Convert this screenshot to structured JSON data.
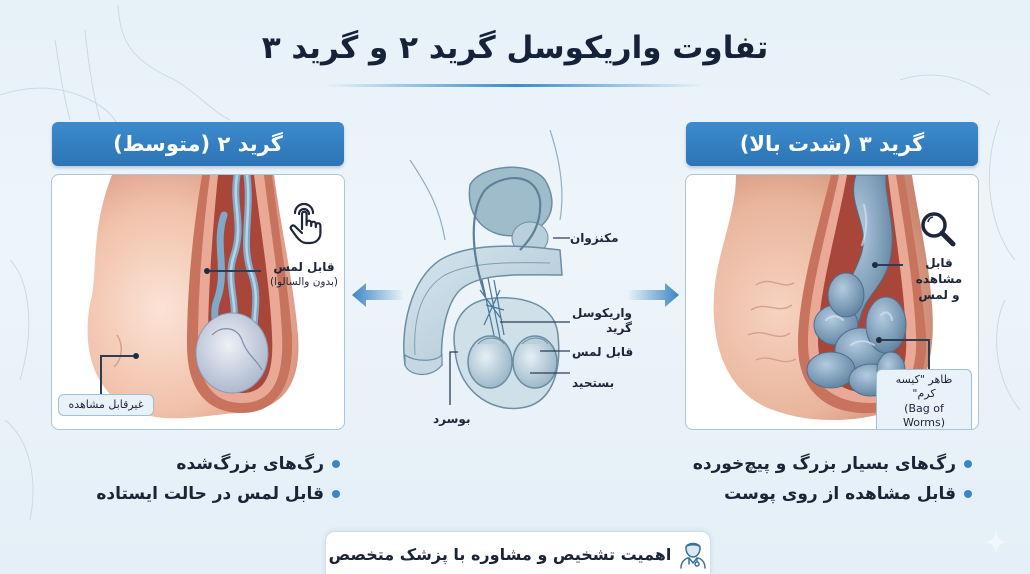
{
  "title": "تفاوت واریکوسل گرید ۲ و گرید ۳",
  "colors": {
    "accent_blue": "#2f78b8",
    "header_gradient_top": "#3d8bcd",
    "header_gradient_bottom": "#2c74b5",
    "background": "#e6f1f8",
    "bullet": "#3a86c6",
    "text_dark": "#1b2436"
  },
  "grade2": {
    "header": "گرید ۲ (متوسط)",
    "callout_main": "قابل لمس",
    "callout_sub": "(بدون والسالوا)",
    "tag": "غیرقابل مشاهده",
    "icon": "touch-hand-icon",
    "bullets": [
      "رگ‌های بزرگ‌شده",
      "قابل لمس در حالت ایستاده"
    ]
  },
  "grade3": {
    "header": "گرید ۳ (شدت بالا)",
    "callout_main": "قابل مشاهده",
    "callout_sub": "و لمس",
    "tag_line1": "ظاهر \"کیسه کرم\"",
    "tag_line2": "(Bag of Worms)",
    "icon": "magnifier-icon",
    "bullets": [
      "رگ‌های بسیار بزرگ و پیچ‌خورده",
      "قابل مشاهده از روی پوست"
    ]
  },
  "center": {
    "labels": {
      "bladder": "مکنزوان",
      "varicocele_line1": "واریکوسل",
      "varicocele_line2": "گرید",
      "palpable": "قابل لمس",
      "testis": "بستحید",
      "scrotum": "بوسرد"
    }
  },
  "footer": {
    "text": "اهمیت تشخیص و مشاوره با پزشک متخصص",
    "icon": "doctor-icon"
  }
}
